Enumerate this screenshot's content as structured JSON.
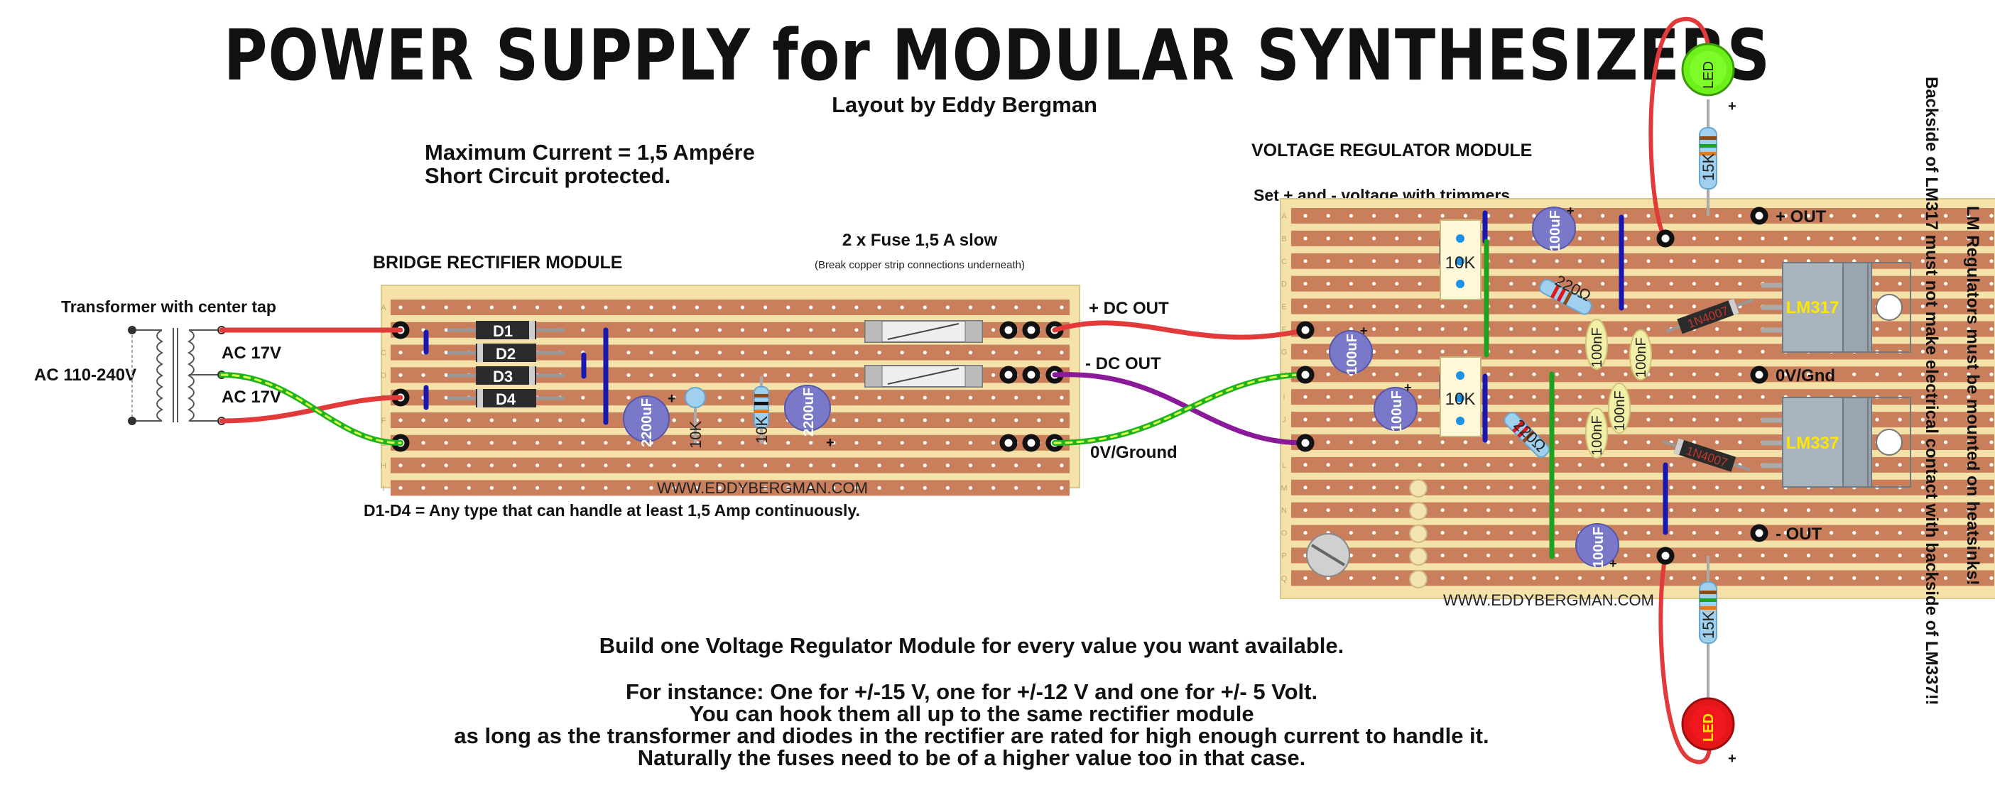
{
  "title": "POWER SUPPLY for MODULAR SYNTHESIZERS",
  "subtitle": "Layout by Eddy Bergman",
  "max_current": "Maximum Current = 1,5 Ampére",
  "short_circuit": "Short Circuit protected.",
  "vrm_title": "VOLTAGE REGULATOR MODULE",
  "vrm_note": "Set + and - voltage with trimmers",
  "brm_title": "BRIDGE RECTIFIER MODULE",
  "fuse_title": "2 x Fuse 1,5 A slow",
  "fuse_note": "(Break copper strip connections underneath)",
  "transformer_title": "Transformer with center tap",
  "ac_in": "AC 110-240V",
  "ac_17_a": "AC 17V",
  "ac_17_b": "AC 17V",
  "dc_plus": "+ DC OUT",
  "dc_minus": "-  DC OUT",
  "ground": "0V/Ground",
  "website": "WWW.EDDYBERGMAN.COM",
  "diode_note": "D1-D4 = Any type that can handle at least 1,5 Amp continuously.",
  "diodes": [
    "D1",
    "D2",
    "D3",
    "D4"
  ],
  "out_plus": "+ OUT",
  "out_gnd": "0V/Gnd",
  "out_minus": "- OUT",
  "reg_pos": "LM317",
  "reg_neg": "LM337",
  "led": "LED",
  "plus_sign": "+",
  "side_line1": "LM Regulators must be mounted on heatsinks!",
  "side_line2": "Backside of LM317 must not make electrical contact with backside of  LM337!!",
  "parts": {
    "c2200": "2200uF",
    "r10k": "10K",
    "c100u": "100uF",
    "trim": "10K",
    "r220": "220Ω",
    "c100n": "100nF",
    "r15k": "15K",
    "diode_small": "1N4007"
  },
  "rows_letters": [
    "A",
    "B",
    "C",
    "D",
    "E",
    "F",
    "G",
    "H",
    "I"
  ],
  "rows_letters_vrm": [
    "A",
    "B",
    "C",
    "D",
    "E",
    "F",
    "G",
    "H",
    "I",
    "J",
    "K",
    "L",
    "M",
    "N",
    "O",
    "P",
    "Q"
  ],
  "footer": [
    "Build one Voltage Regulator Module for every value you want available.",
    "For instance: One for +/-15 V, one for +/-12 V and one for +/- 5 Volt.",
    "You can hook them all up to the same rectifier module",
    "as long as the transformer and diodes in the rectifier are rated for high enough current to handle it.",
    "Naturally the fuses need to be of a higher value too in that case."
  ],
  "colors": {
    "board": "#f5e2a8",
    "strip": "#c97f5b",
    "red_wire": "#e23a3a",
    "green_wire": "#1fb31f",
    "purple_wire": "#8a1a9a",
    "link": "#1818b0",
    "cap": "#7a79c9",
    "heatsink": "#9aa5ae"
  }
}
